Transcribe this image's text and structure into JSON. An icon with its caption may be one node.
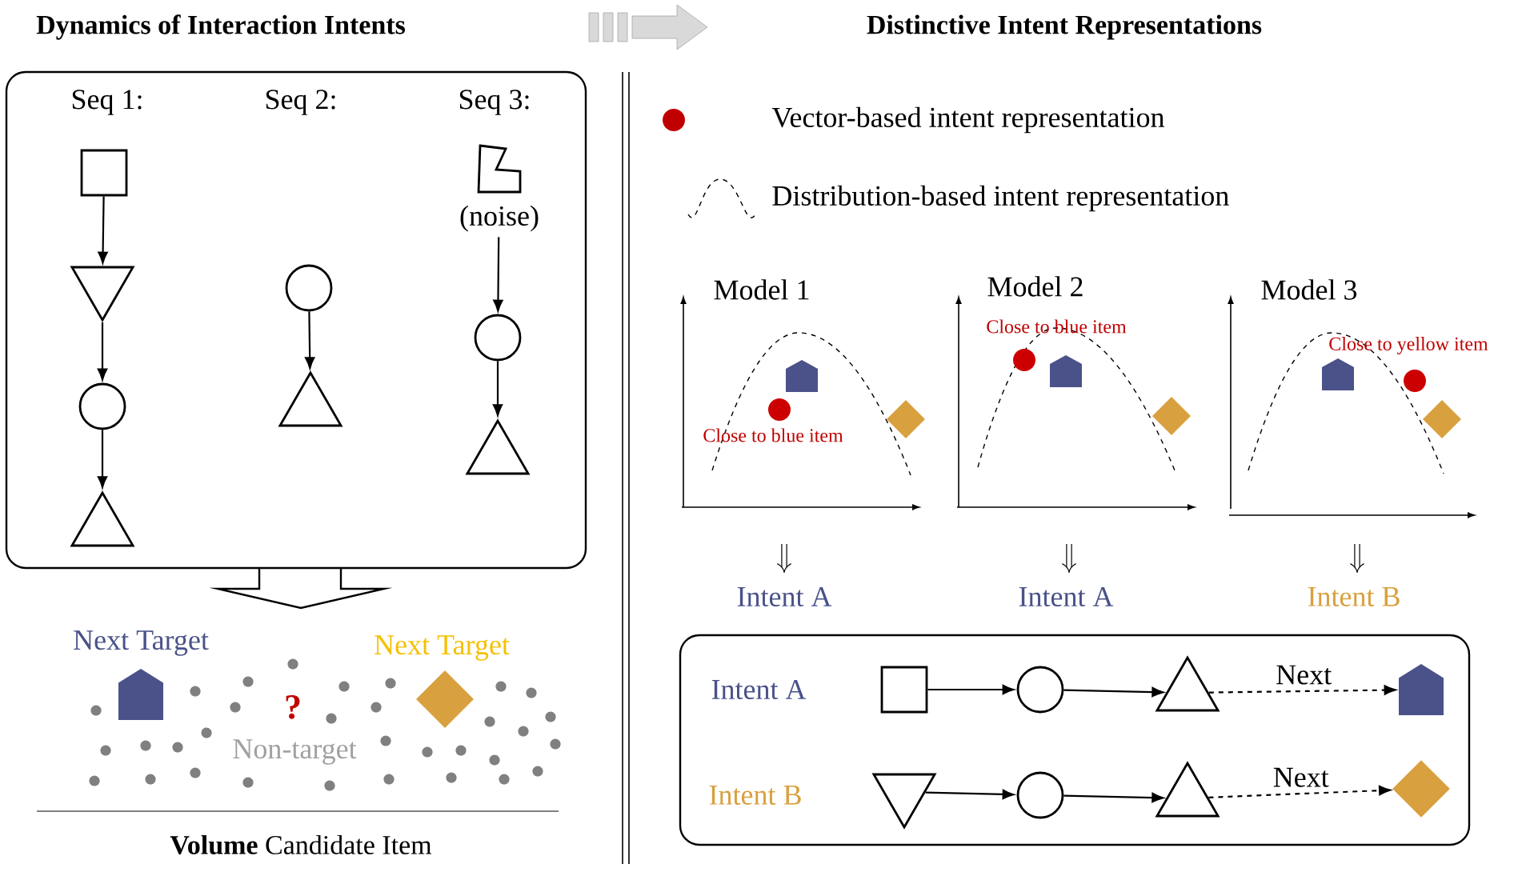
{
  "diagram": {
    "nodes": [
      {
        "text": [],
        "shape": "box"
      },
      {
        "text": [],
        "shape": "square",
        "in": 0
      },
      {
        "text": [],
        "shape": "inverted-triangle",
        "in": 0
      },
      {
        "text": [],
        "shape": "circle",
        "in": 0
      },
      {
        "text": [],
        "shape": "triangle",
        "in": 0
      },
      {
        "text": [],
        "shape": "circle",
        "in": 0
      },
      {
        "text": [],
        "shape": "triangle",
        "in": 0
      },
      {
        "text": [],
        "shape": "polygon",
        "in": 0,
        "beside": [
          "(noise)"
        ]
      },
      {
        "text": [],
        "shape": "circle",
        "in": 0
      },
      {
        "text": [],
        "shape": "triangle",
        "in": 0
      },
      {
        "text": [],
        "shape": "box"
      },
      {
        "text": [],
        "shape": "square",
        "in": 10
      },
      {
        "text": [],
        "shape": "circle",
        "in": 10
      },
      {
        "text": [],
        "shape": "triangle",
        "in": 10
      },
      {
        "text": [],
        "shape": "pentagon",
        "in": 10
      },
      {
        "text": [],
        "shape": "inverted-triangle",
        "in": 10
      },
      {
        "text": [],
        "shape": "circle",
        "in": 10
      },
      {
        "text": [],
        "shape": "triangle",
        "in": 10
      },
      {
        "text": [],
        "shape": "diamond",
        "in": 10
      }
    ],
    "edges": [
      {
        "from": 1,
        "to": 2,
        "arrow": "to"
      },
      {
        "from": 2,
        "to": 3,
        "arrow": "to"
      },
      {
        "from": 3,
        "to": 4,
        "arrow": "to"
      },
      {
        "from": 5,
        "to": 6,
        "arrow": "to"
      },
      {
        "from": 7,
        "to": 8,
        "arrow": "to"
      },
      {
        "from": 8,
        "to": 9,
        "arrow": "to"
      },
      {
        "from": 11,
        "to": 12,
        "arrow": "to"
      },
      {
        "from": 12,
        "to": 13,
        "arrow": "to"
      },
      {
        "from": 13,
        "to": 14,
        "arrow": "to",
        "label": "Next",
        "style": "dashed"
      },
      {
        "from": 15,
        "to": 16,
        "arrow": "to"
      },
      {
        "from": 16,
        "to": 17,
        "arrow": "to"
      },
      {
        "from": 17,
        "to": 18,
        "arrow": "to",
        "label": "Next",
        "style": "dashed"
      }
    ],
    "labels": [
      "Dynamics of Interaction Intents",
      "Distinctive Intent Representations",
      "Seq 1:",
      "Seq 2:",
      "Seq 3:",
      "Next Target",
      "Next Target",
      "?",
      "Non-target",
      "**Volume** Candidate Item",
      "Model 1",
      "Model 2",
      "Model 3",
      "Close to blue item",
      "Close to blue item",
      "Close to yellow item",
      "Intent A",
      "Intent A",
      "Intent B",
      "Intent A",
      "Intent B"
    ],
    "legend": [
      {
        "text": "Vector-based intent representation",
        "color": "#c00000"
      },
      {
        "text": "Distribution-based intent representation"
      }
    ]
  }
}
